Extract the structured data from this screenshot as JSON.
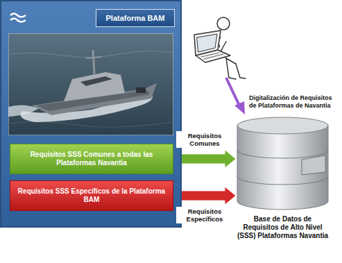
{
  "diagram": {
    "nodes": [
      {
        "text": [
          "Plataforma BAM"
        ]
      },
      {
        "text": [
          "Requisitos SSS Comunes a todas las Plataformas Navantia"
        ],
        "in": 0
      },
      {
        "text": [
          "Requisitos SSS Específicos de la Plataforma BAM"
        ],
        "in": 0
      },
      {
        "text": [
          "Base de Datos de Requisitos de Alto Nivel (SSS) Plataformas Navantia"
        ]
      }
    ],
    "edges": [
      {
        "from": 1,
        "to": 3,
        "label": "Requisitos Comunes",
        "arrow": "to"
      },
      {
        "from": 2,
        "to": 3,
        "label": "Requisitos Específicos",
        "arrow": "to"
      }
    ],
    "labels": [
      "Digitalización de Requisitos de Plataformas de Navantia"
    ]
  }
}
